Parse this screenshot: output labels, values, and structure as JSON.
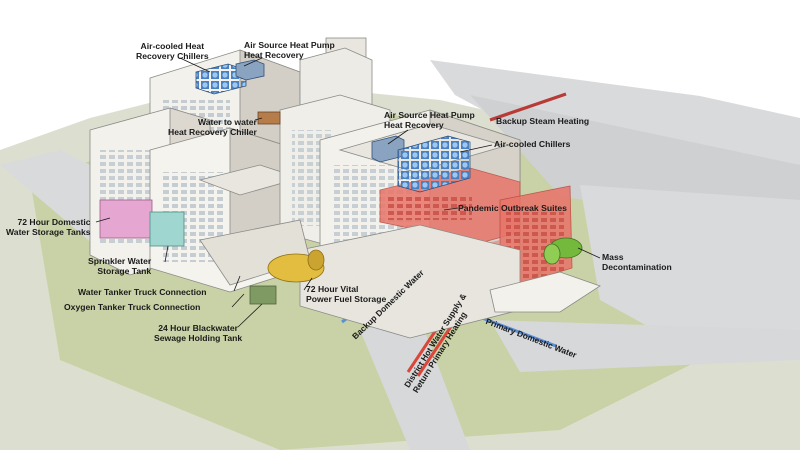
{
  "labels": {
    "air_cooled_heat_recovery_chillers": [
      "Air-cooled Heat",
      "Recovery Chillers"
    ],
    "air_source_heat_pump_top": [
      "Air Source Heat Pump",
      "Heat Recovery"
    ],
    "water_to_water_chiller": [
      "Water to water",
      "Heat Recovery Chiller"
    ],
    "air_source_heat_pump_mid": [
      "Air Source Heat Pump",
      "Heat Recovery"
    ],
    "backup_steam_heating": "Backup Steam Heating",
    "air_cooled_chillers": "Air-cooled Chillers",
    "pandemic_outbreak_suites": "Pandemic Outbreak Suites",
    "mass_decontamination": [
      "Mass",
      "Decontamination"
    ],
    "domestic_water_storage": [
      "72 Hour Domestic",
      "Water Storage Tanks"
    ],
    "sprinkler_water_storage": [
      "Sprinkler Water",
      "Storage Tank"
    ],
    "water_tanker_connection": "Water Tanker Truck Connection",
    "oxygen_tanker_connection": "Oxygen Tanker Truck Connection",
    "blackwater_sewage_tank": [
      "24 Hour Blackwater",
      "Sewage Holding Tank"
    ],
    "vital_power_fuel_storage": [
      "72 Hour Vital",
      "Power Fuel Storage"
    ],
    "backup_domestic_water": "Backup Domestic Water",
    "district_hot_water": [
      "District Hot Water Supply &",
      "Return Primary Heating"
    ],
    "primary_domestic_water": "Primary Domestic Water"
  },
  "colors": {
    "lawn": "#c9d2a6",
    "road": "#d9dadc",
    "building_light": "#f2f1ec",
    "building_shade": "#d3cfc6",
    "roof": "#e9e6df",
    "pandemic_red": "#e8756a",
    "tank_magenta": "#e6a6d2",
    "tank_teal": "#9fd6cf",
    "fuel_yellow": "#e2bd3f",
    "sewage_green": "#7f9a63",
    "chiller_blue": "#5a8fc9",
    "decon_green": "#74b83c",
    "pipe_blue": "#5b8fd6",
    "pipe_red": "#d9473c",
    "steam_red": "#b93b36"
  }
}
